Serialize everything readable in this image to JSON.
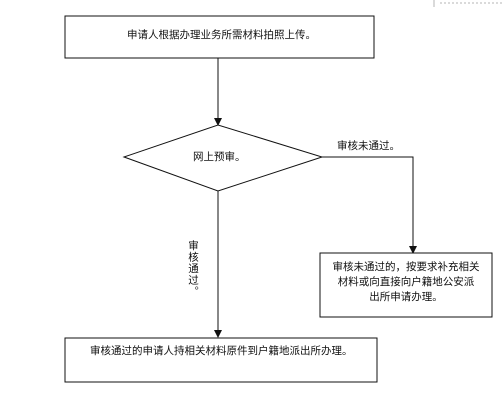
{
  "flowchart": {
    "step_upload": "申请人根据办理业务所需材料拍照上传。",
    "decision": "网上预审。",
    "branch_rejected_label": "审核未通过。",
    "branch_approved_label": "审核通过。",
    "rejected_instruction_lines": [
      "审核未通过的，按要求补充相关",
      "材料或向直接向户籍地公安派",
      "出所申请办理。"
    ],
    "final_step": "审核通过的申请人持相关材料原件到户籍地派出所办理。"
  },
  "colors": {
    "stroke": "#111111",
    "background": "#ffffff",
    "corner_mark": "#b5b5b5"
  }
}
